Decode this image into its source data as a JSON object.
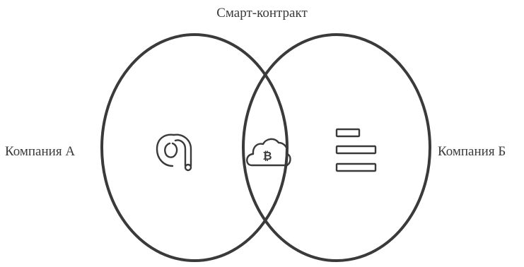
{
  "diagram": {
    "top_label": "Смарт-контракт",
    "left_label": "Компания А",
    "right_label": "Компания Б",
    "stroke_color": "#3a3a3a",
    "icons": {
      "left": "wallet-loop-icon",
      "center": "bitcoin-cloud-icon",
      "right": "document-lines-icon"
    }
  }
}
